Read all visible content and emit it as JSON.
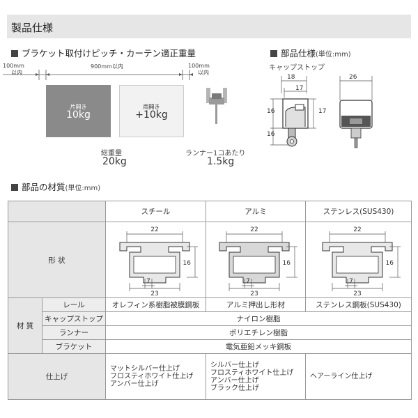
{
  "header": {
    "title": "製品仕様"
  },
  "bracket_section": {
    "title": "ブラケット取付けピッチ・カーテン適正重量",
    "left_margin": "100mm",
    "left_margin_suffix": "以内",
    "pitch": "900mm以内",
    "right_margin": "100mm",
    "right_margin_suffix": "以内",
    "panel_single_label": "片開き",
    "panel_single_weight": "10kg",
    "panel_double_label": "両開き",
    "panel_double_weight": "+10kg",
    "total_label": "総重量",
    "total_value": "20kg",
    "runner_label": "ランナー1コあたり",
    "runner_value": "1.5kg"
  },
  "spec_section": {
    "title": "部品仕様",
    "unit": "(単位:mm)",
    "cap_stop_label": "キャップストップ",
    "dims": {
      "d18": "18",
      "d17a": "17",
      "d16a": "16",
      "d17b": "17",
      "d16b": "16",
      "d26": "26"
    }
  },
  "material_section": {
    "title": "部品の材質",
    "unit": "(単位:mm)",
    "columns": [
      "スチール",
      "アルミ",
      "ステンレス(SUS430)"
    ],
    "shape_label": "形 状",
    "profile_dims": {
      "w": "22",
      "h": "16",
      "inner": "7",
      "base": "23"
    },
    "material_label": "材 質",
    "rows": [
      {
        "part": "レール",
        "steel": "オレフィン系樹脂被膜鋼板",
        "alu": "アルミ押出し形材",
        "sus": "ステンレス鋼板(SUS430)"
      },
      {
        "part": "キャップストップ",
        "all": "ナイロン樹脂"
      },
      {
        "part": "ランナー",
        "all": "ポリエチレン樹脂"
      },
      {
        "part": "ブラケット",
        "all": "電気亜鉛メッキ鋼板"
      }
    ],
    "finish_label": "仕上げ",
    "finish": {
      "steel": [
        "マットシルバー仕上げ",
        "フロスティホワイト仕上げ",
        "アンバー仕上げ"
      ],
      "alu": [
        "シルバー仕上げ",
        "フロスティホワイト仕上げ",
        "アンバー仕上げ",
        "ブラック仕上げ"
      ],
      "sus": [
        "ヘアーライン仕上げ"
      ]
    }
  }
}
